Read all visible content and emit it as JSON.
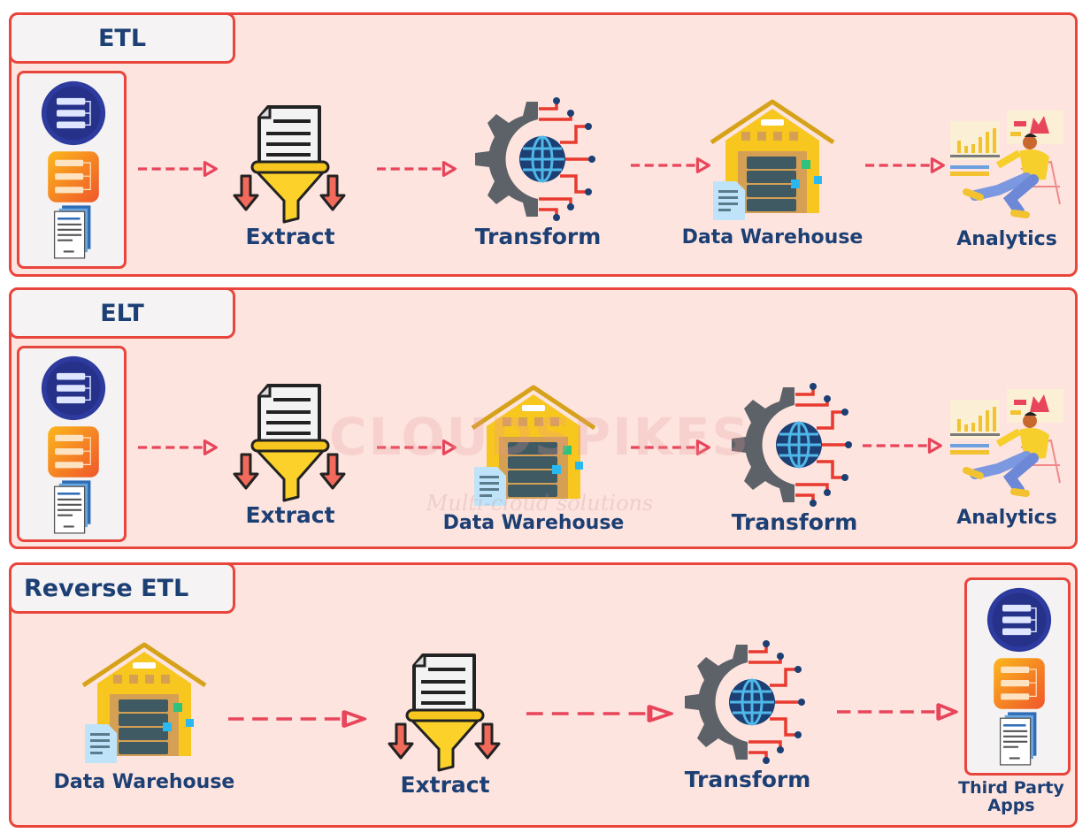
{
  "watermark": {
    "brand": "CLOUDSPIKES",
    "tagline": "Multi-cloud solutions"
  },
  "colors": {
    "border": "#e8453c",
    "panel_bg": "#fde4df",
    "label": "#1c3f74",
    "arrow": "#e8455a",
    "funnel": "#fcd22a",
    "gear": "#5d6168",
    "globe": "#1c3f74",
    "warehouse": "#f7c61f"
  },
  "panels": [
    {
      "title": "ETL",
      "source_icons": [
        "database-circle-icon",
        "server-list-icon",
        "documents-icon"
      ],
      "steps": [
        {
          "label": "Extract",
          "icon": "funnel-icon"
        },
        {
          "label": "Transform",
          "icon": "gear-globe-icon"
        },
        {
          "label": "Data Warehouse",
          "icon": "warehouse-icon"
        },
        {
          "label": "Analytics",
          "icon": "analytics-person-icon"
        }
      ]
    },
    {
      "title": "ELT",
      "source_icons": [
        "database-circle-icon",
        "server-list-icon",
        "documents-icon"
      ],
      "steps": [
        {
          "label": "Extract",
          "icon": "funnel-icon"
        },
        {
          "label": "Data Warehouse",
          "icon": "warehouse-icon"
        },
        {
          "label": "Transform",
          "icon": "gear-globe-icon"
        },
        {
          "label": "Analytics",
          "icon": "analytics-person-icon"
        }
      ]
    },
    {
      "title": "Reverse ETL",
      "steps": [
        {
          "label": "Data Warehouse",
          "icon": "warehouse-icon"
        },
        {
          "label": "Extract",
          "icon": "funnel-icon"
        },
        {
          "label": "Transform",
          "icon": "gear-globe-icon"
        }
      ],
      "destination": {
        "label": "Third Party Apps",
        "icons": [
          "database-circle-icon",
          "server-list-icon",
          "documents-icon"
        ]
      }
    }
  ]
}
